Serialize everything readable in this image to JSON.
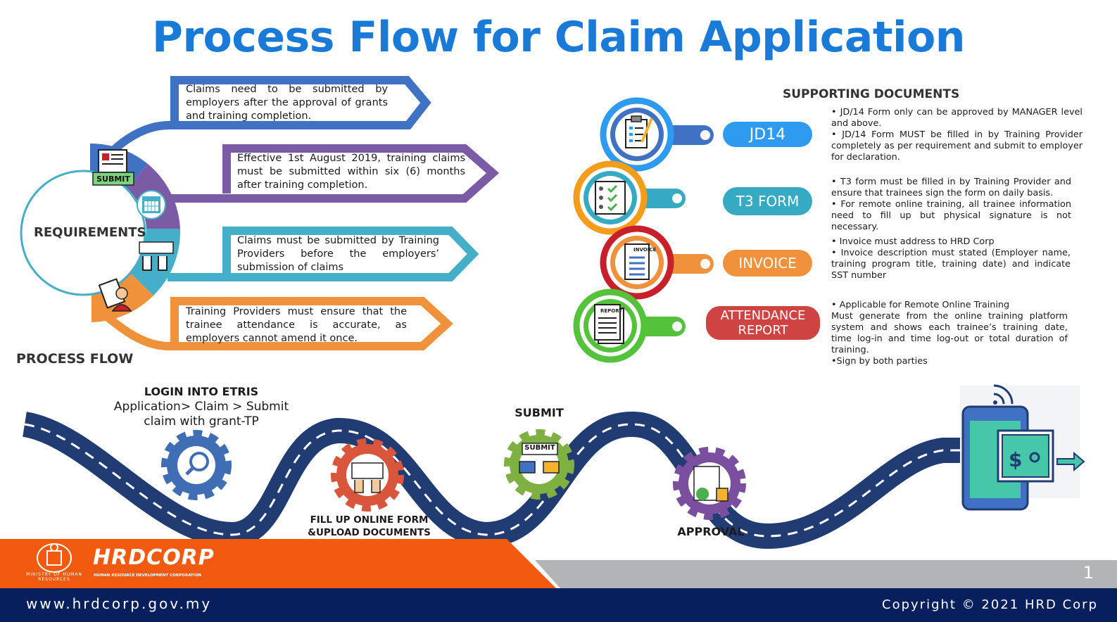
{
  "header": {
    "title": "Process Flow for Claim Application"
  },
  "requirements": {
    "heading": "REQUIREMENTS",
    "submit_icon_label": "SUBMIT",
    "items": [
      {
        "text": "Claims need to be submitted by employers after the approval of grants and training completion.",
        "color": "#3f72c2"
      },
      {
        "text": "Effective 1st August 2019, training claims must be submitted within six (6) months after training completion.",
        "color": "#7b5aa6"
      },
      {
        "text": "Claims must be submitted by Training Providers before the employers’ submission of claims",
        "color": "#45aec9"
      },
      {
        "text": "Training Providers must ensure that the trainee attendance is accurate, as employers cannot amend it once.",
        "color": "#f0913c"
      }
    ]
  },
  "supporting": {
    "heading": "SUPPORTING DOCUMENTS",
    "docs": [
      {
        "label": "JD14",
        "color": "#2f9bf0",
        "ring_color": "#2f9bf0",
        "lines": [
          "• JD/14 Form only can be approved by MANAGER level and above.",
          "• JD/14 Form MUST be filled in by Training Provider completely as per requirement and submit to employer for declaration."
        ]
      },
      {
        "label": "T3 FORM",
        "color": "#37aac3",
        "ring_color": "#f59c1a",
        "lines": [
          "• T3 form must be filled in by Training Provider and ensure that trainees sign the form on daily basis.",
          "• For remote online training, all trainee information need to fill up but physical signature is not necessary."
        ]
      },
      {
        "label": "INVOICE",
        "color": "#f0913c",
        "ring_color": "#c8202a",
        "icon_text": "INVOICE",
        "lines": [
          "• Invoice must address to HRD Corp",
          "• Invoice description must stated (Employer name, training program title, training date) and indicate SST number"
        ]
      },
      {
        "label": "ATTENDANCE REPORT",
        "color": "#cf4442",
        "ring_color": "#55c23c",
        "icon_text": "REPORT",
        "lines": [
          "• Applicable for Remote Online Training",
          "Must generate from the online training platform system  and shows each trainee’s training date, time log-in and time log-out or total duration of training.",
          "•Sign by both parties"
        ]
      }
    ]
  },
  "process": {
    "heading": "PROCESS FLOW",
    "steps": [
      {
        "title": "LOGIN INTO ETRIS",
        "subtitle": "Application> Claim > Submit claim with grant-TP",
        "gear_color": "#3f6eb5"
      },
      {
        "title": "FILL UP ONLINE FORM &UPLOAD DOCUMENTS",
        "gear_color": "#d9553b"
      },
      {
        "title": "SUBMIT",
        "gear_color": "#7fb142",
        "icon_text": "SUBMIT"
      },
      {
        "title": "APPROVAL",
        "gear_color": "#7b4fa0"
      }
    ]
  },
  "footer": {
    "ministry_text": "MINISTRY OF HUMAN RESOURCES",
    "logo_text": "HRDCORP",
    "logo_subtext": "HUMAN RESOURCE DEVELOPMENT CORPORATION",
    "page_number": "1",
    "url": "www.hrdcorp.gov.my",
    "copyright": "Copyright © 2021 HRD Corp"
  }
}
